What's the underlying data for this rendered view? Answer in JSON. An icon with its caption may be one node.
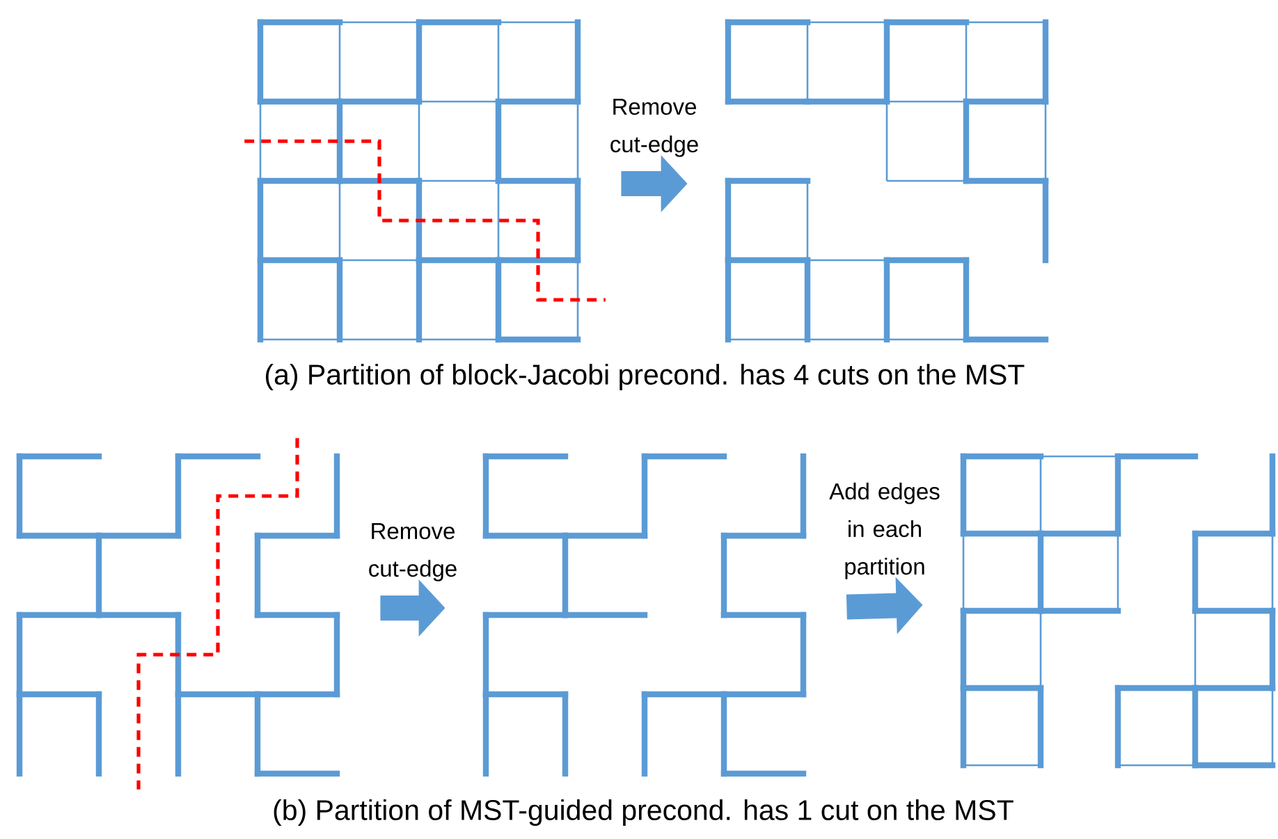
{
  "diagram": {
    "nodes": [
      {
        "text": [],
        "shape": "picture"
      },
      {
        "text": [],
        "shape": "picture"
      },
      {
        "text": [],
        "shape": "picture"
      },
      {
        "text": [],
        "shape": "picture"
      },
      {
        "text": [],
        "shape": "picture"
      }
    ],
    "edges": [
      {
        "from": 0,
        "to": 1,
        "arrow": "to",
        "label": "Remove cut-edge"
      },
      {
        "from": 2,
        "to": 3,
        "arrow": "to",
        "label": "Remove cut-edge"
      },
      {
        "from": 3,
        "to": 4,
        "arrow": "to",
        "label": "Add edges in each partition"
      }
    ],
    "labels": [
      "(a) Partition of block-Jacobi precond. has 4 cuts on the MST",
      "(b) Partition of MST-guided precond. has 1 cut on the MST"
    ]
  }
}
